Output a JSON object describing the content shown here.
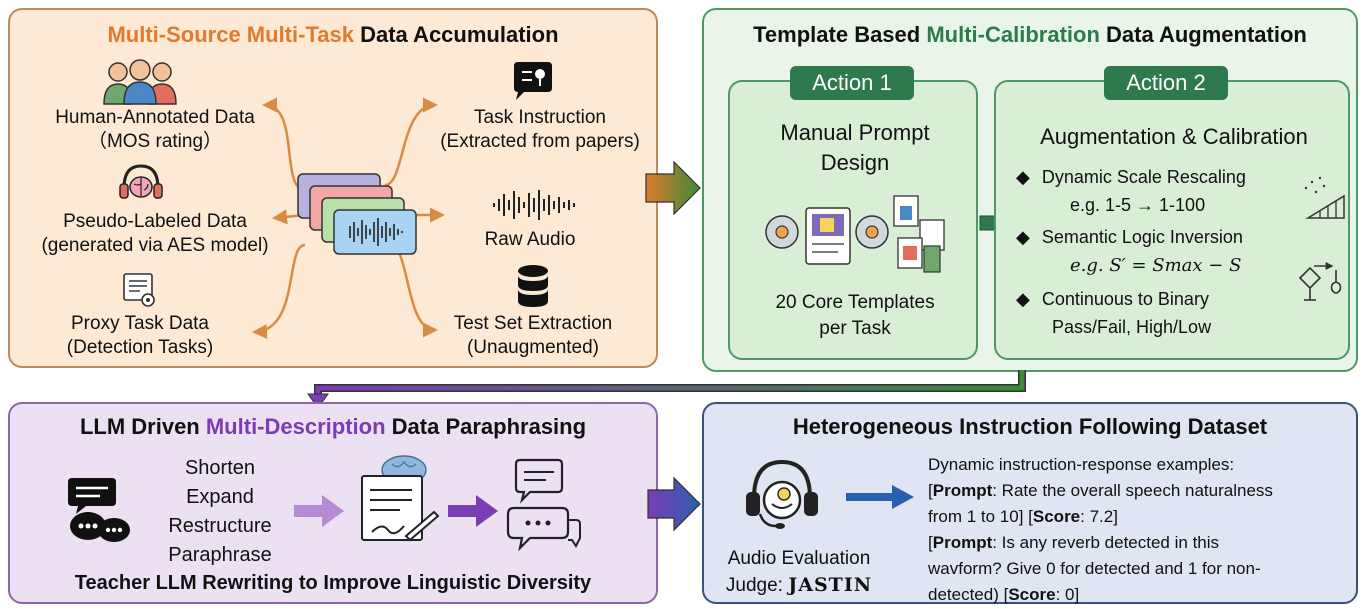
{
  "panels": {
    "accumulation": {
      "title_hl": "Multi-Source Multi-Task",
      "title_rest": " Data Accumulation",
      "human_line1": "Human-Annotated Data",
      "human_line2": "（MOS rating）",
      "pseudo_line1": "Pseudo-Labeled Data",
      "pseudo_line2": "(generated via AES model)",
      "proxy_line1": "Proxy Task Data",
      "proxy_line2": "(Detection Tasks)",
      "task_line1": "Task Instruction",
      "task_line2": "(Extracted from papers)",
      "raw_audio": "Raw Audio",
      "test_line1": "Test Set Extraction",
      "test_line2": "(Unaugmented)"
    },
    "augmentation": {
      "title_pre": "Template Based ",
      "title_hl": "Multi-Calibration",
      "title_rest": " Data Augmentation",
      "action1": {
        "tag": "Action 1",
        "heading_line1": "Manual Prompt",
        "heading_line2": "Design",
        "footer_line1": "20 Core Templates",
        "footer_line2": "per Task"
      },
      "action2": {
        "tag": "Action 2",
        "heading": "Augmentation & Calibration",
        "bullet1": "Dynamic Scale Rescaling",
        "bullet1_sub": "e.g. 1-5 → 1-100",
        "bullet2": "Semantic Logic Inversion",
        "bullet2_sub": "e.g. S′ = Smax − S",
        "bullet3": "Continuous to Binary",
        "bullet3_sub": "Pass/Fail, High/Low"
      }
    },
    "paraphrasing": {
      "title_pre": "LLM Driven ",
      "title_hl": "Multi-Description",
      "title_rest": " Data Paraphrasing",
      "ops": [
        "Shorten",
        "Expand",
        "Restructure",
        "Paraphrase"
      ],
      "footer": "Teacher LLM Rewriting to Improve Linguistic Diversity"
    },
    "dataset": {
      "title": "Heterogeneous Instruction Following Dataset",
      "judge_line1": "Audio Evaluation",
      "judge_line2": "Judge:",
      "judge_name": "JASTIN",
      "intro": "Dynamic instruction-response examples:",
      "ex1_l1": ": Rate the overall speech naturalness",
      "ex1_l2a": "from 1 to 10] [",
      "ex1_l2b": ": 7.2]",
      "ex2_l1": ": Is any reverb detected in this",
      "ex2_l2": "wavform? Give 0 for detected and 1 for non-",
      "ex2_l3a": "detected) [",
      "ex2_l3b": ": 0]",
      "prompt_kw": "Prompt",
      "score_kw": "Score"
    }
  },
  "colors": {
    "orange": "#e07a2c",
    "green": "#2f7a4c",
    "purple": "#7b3db3",
    "blue_arrow": "#2a5fae"
  }
}
